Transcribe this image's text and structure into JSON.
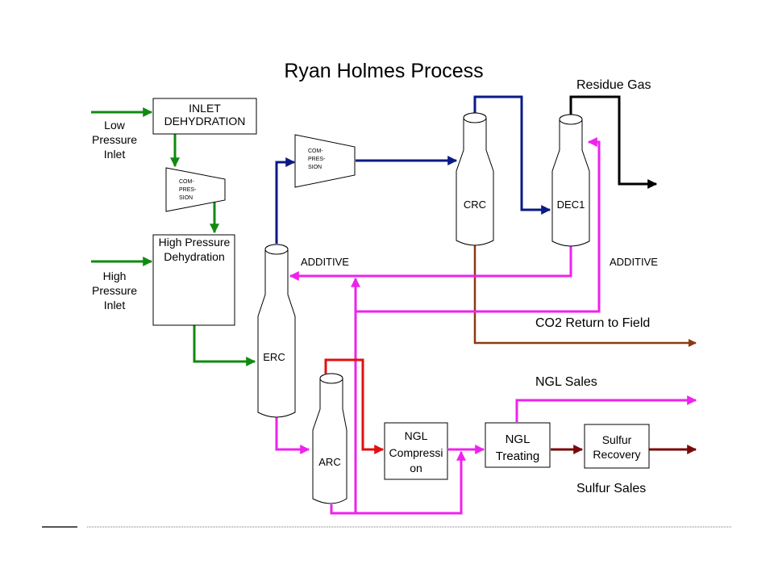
{
  "title": "Ryan Holmes Process",
  "streams": {
    "low_pressure_inlet": [
      "Low",
      "Pressure",
      "Inlet"
    ],
    "high_pressure_inlet": [
      "High",
      "Pressure",
      "Inlet"
    ],
    "residue_gas": "Residue Gas",
    "additive_left": "ADDITIVE",
    "additive_right": "ADDITIVE",
    "co2_return": "CO2 Return to Field",
    "ngl_sales": "NGL Sales",
    "sulfur_sales": "Sulfur Sales"
  },
  "boxes": {
    "inlet_dehydration": [
      "INLET",
      "DEHYDRATION"
    ],
    "hp_dehydration": [
      "High Pressure",
      "Dehydration"
    ],
    "ngl_compression": [
      "NGL",
      "Compressi",
      "on"
    ],
    "ngl_treating": [
      "NGL",
      "Treating"
    ],
    "sulfur_recovery": [
      "Sulfur",
      "Recovery"
    ]
  },
  "compressors": {
    "lower": [
      "COM-",
      "PRES-",
      "SION"
    ],
    "upper": [
      "COM-",
      "PRES-",
      "SION"
    ]
  },
  "columns": {
    "crc": "CRC",
    "dec1": "DEC1",
    "erc": "ERC",
    "arc": "ARC"
  },
  "colors": {
    "green": "#118a11",
    "navy": "#0a1a86",
    "magenta": "#ee22ee",
    "brown": "#8b3a12",
    "red": "#e01010",
    "dark_red": "#7a0a0a"
  }
}
